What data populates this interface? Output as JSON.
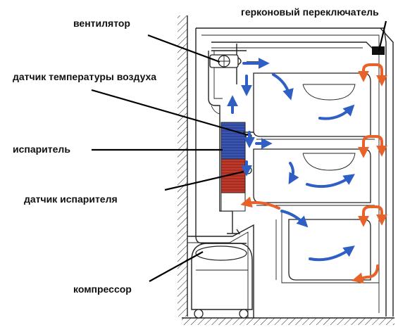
{
  "labels": {
    "fan": "вентилятор",
    "reed_switch": "герконовый переключатель",
    "air_temp_sensor": "датчик температуры воздуха",
    "evaporator": "испаритель",
    "evaporator_sensor": "датчик испарителя",
    "compressor": "компрессор"
  },
  "colors": {
    "cold_air": "#2f5fc4",
    "warm_air": "#e8622a",
    "evaporator_top": "#3a56b0",
    "evaporator_bottom": "#c0392b",
    "outline": "#222222"
  },
  "icons": {
    "fan": "fan-icon",
    "sensor": "sensor-icon",
    "switch": "reed-switch-icon"
  }
}
